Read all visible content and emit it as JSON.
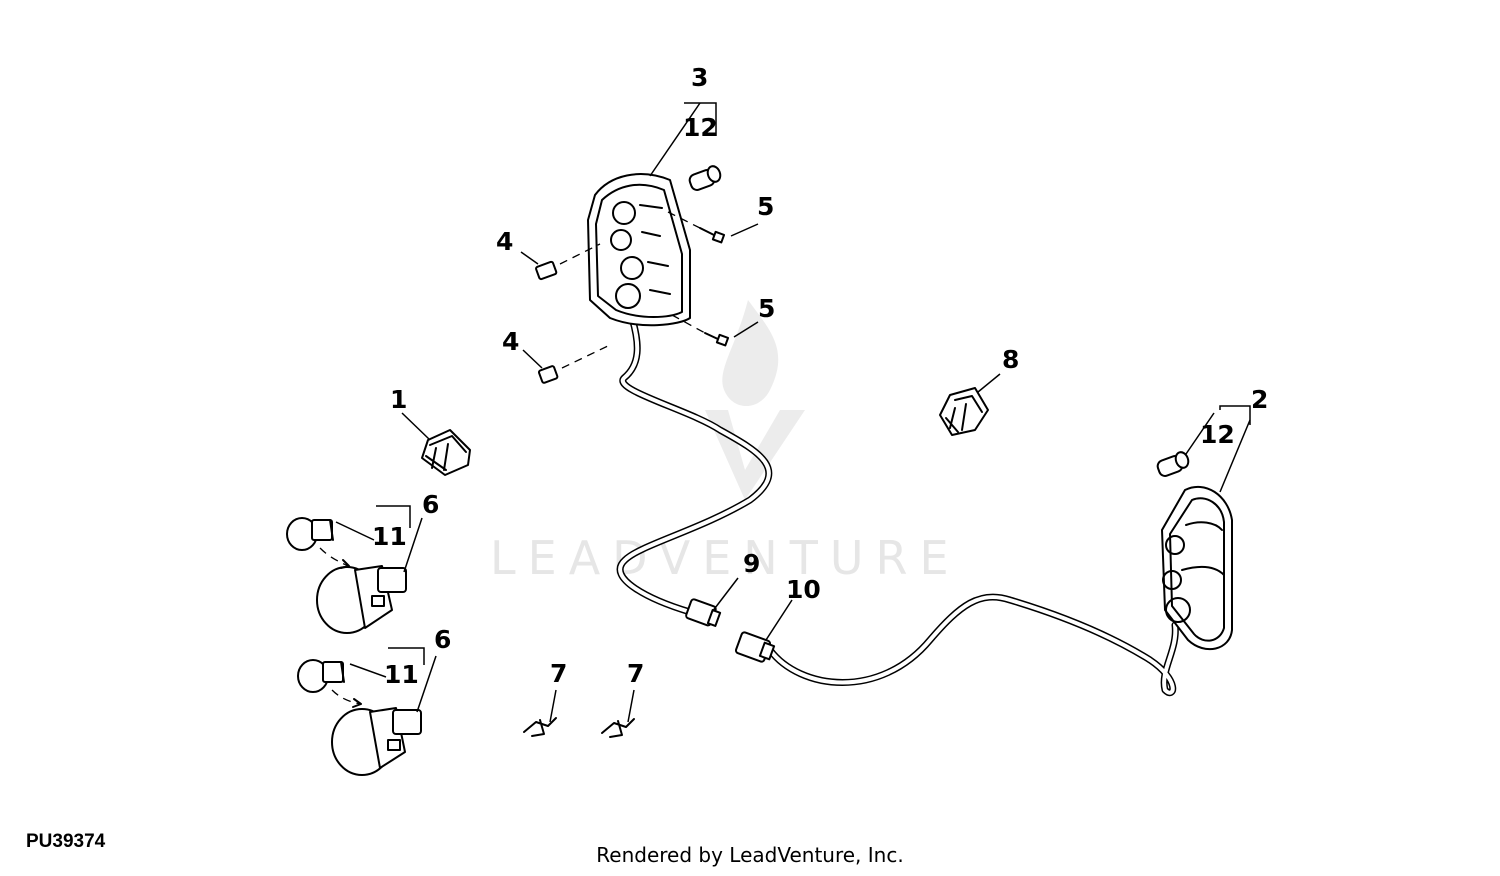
{
  "watermark": {
    "text": "LEADVENTURE"
  },
  "figure_code": "PU39374",
  "credit": "Rendered by LeadVenture, Inc.",
  "callouts": {
    "c1": "1",
    "c2": "2",
    "c3": "3",
    "c4a": "4",
    "c4b": "4",
    "c5a": "5",
    "c5b": "5",
    "c6a": "6",
    "c6b": "6",
    "c7a": "7",
    "c7b": "7",
    "c8": "8",
    "c9": "9",
    "c10": "10",
    "c11a": "11",
    "c11b": "11",
    "c12a": "12",
    "c12b": "12"
  }
}
